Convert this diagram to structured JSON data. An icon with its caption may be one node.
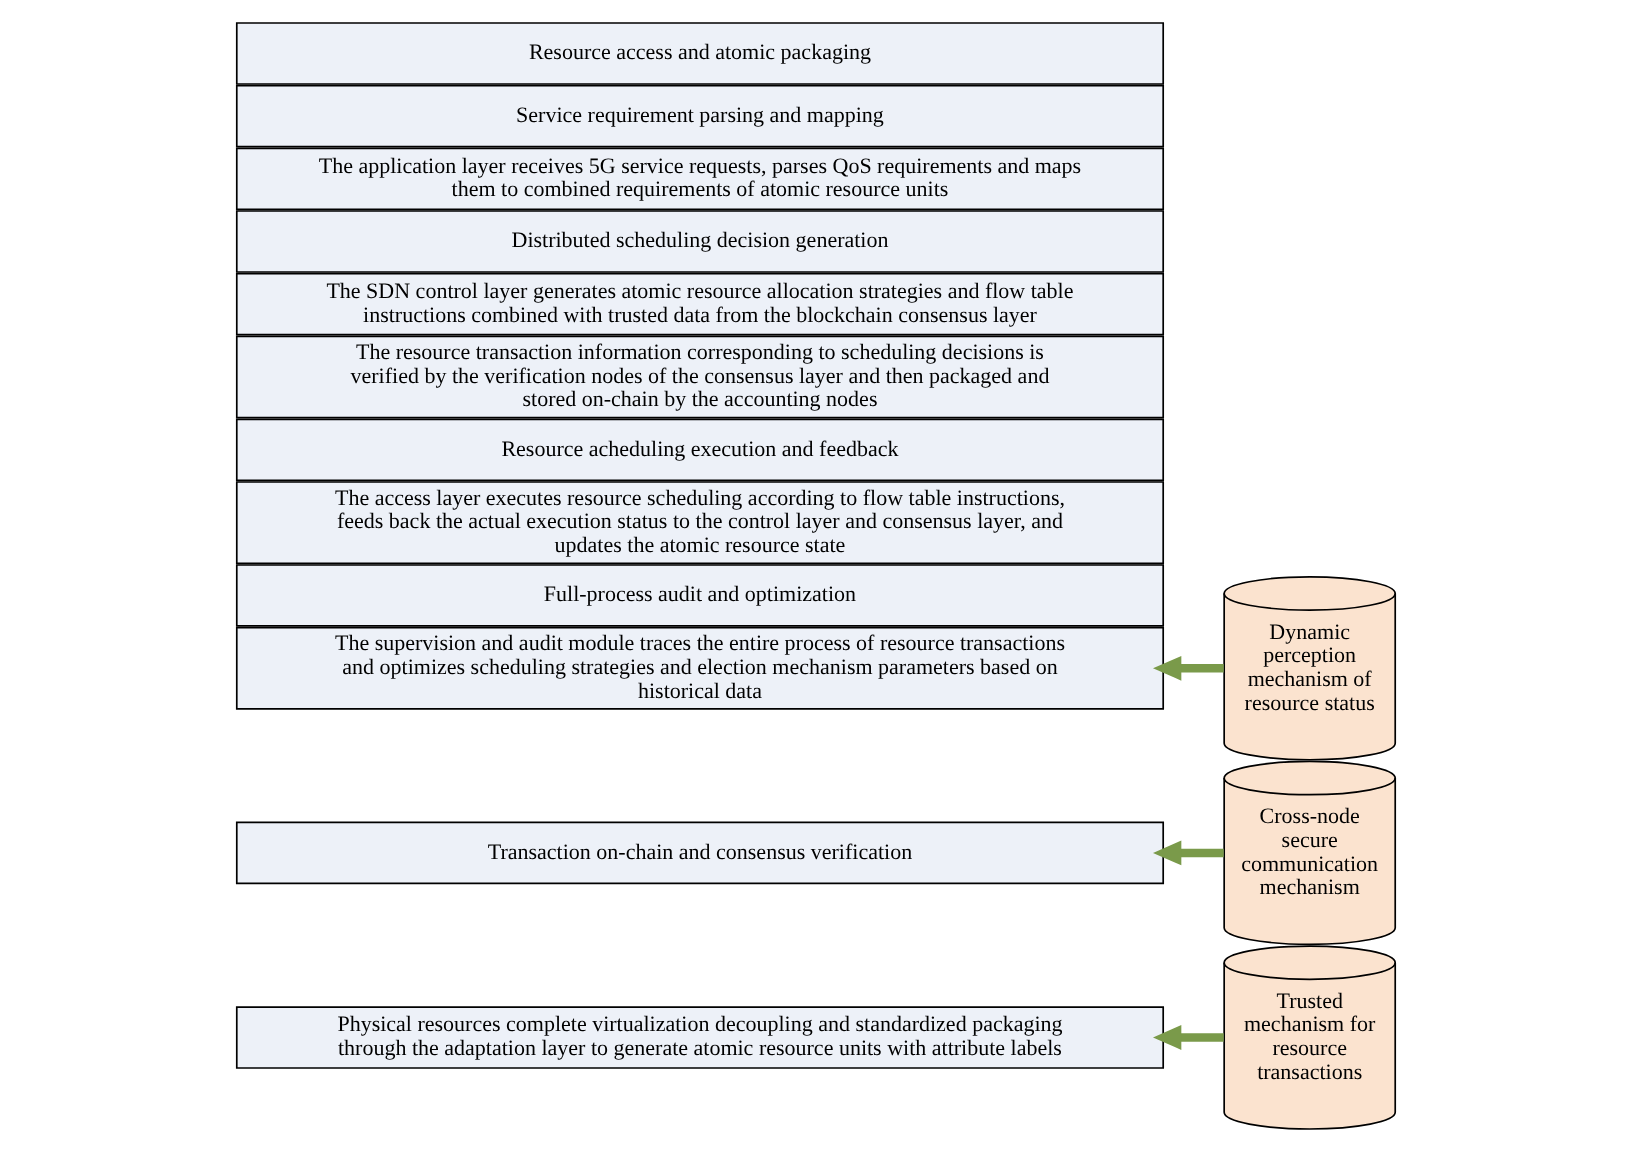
{
  "diagram": {
    "nodes": [
      {
        "text": [
          "Resource access and atomic packaging"
        ]
      },
      {
        "text": [
          "Physical resources complete virtualization decoupling and standardized packaging through the adaptation layer to generate atomic resource units with attribute labels"
        ]
      },
      {
        "text": [
          "Service requirement parsing and mapping"
        ]
      },
      {
        "text": [
          "The application layer receives 5G service requests, parses QoS requirements and maps them to combined requirements of atomic resource units"
        ]
      },
      {
        "text": [
          "Distributed scheduling decision generation"
        ]
      },
      {
        "text": [
          "The SDN control layer generates atomic resource allocation strategies and flow table instructions combined with trusted data from the blockchain consensus layer"
        ]
      },
      {
        "text": [
          "Transaction on-chain and consensus verification"
        ]
      },
      {
        "text": [
          "The resource transaction information corresponding to scheduling decisions is verified by the verification nodes of the consensus layer and then packaged and stored on-chain by the accounting nodes"
        ]
      },
      {
        "text": [
          "Resource acheduling execution and feedback"
        ]
      },
      {
        "text": [
          "The access layer executes resource scheduling according to flow table instructions, feeds back the actual execution status to the control layer and consensus layer, and updates the atomic resource state"
        ]
      },
      {
        "text": [
          "Full-process audit and optimization"
        ]
      },
      {
        "text": [
          "The supervision and audit module traces the entire process of resource transactions and optimizes scheduling strategies and election mechanism parameters based on historical data"
        ]
      },
      {
        "text": [
          "Trusted mechanism for resource transactions"
        ]
      },
      {
        "text": [
          "Cross-node secure communication mechanism"
        ]
      },
      {
        "text": [
          "Dynamic perception mechanism of resource status"
        ]
      }
    ],
    "edges": [
      {
        "from": 12,
        "to": 1,
        "arrow": "to"
      },
      {
        "from": 13,
        "to": 6,
        "arrow": "to"
      },
      {
        "from": 14,
        "to": 11,
        "arrow": "to"
      }
    ]
  }
}
